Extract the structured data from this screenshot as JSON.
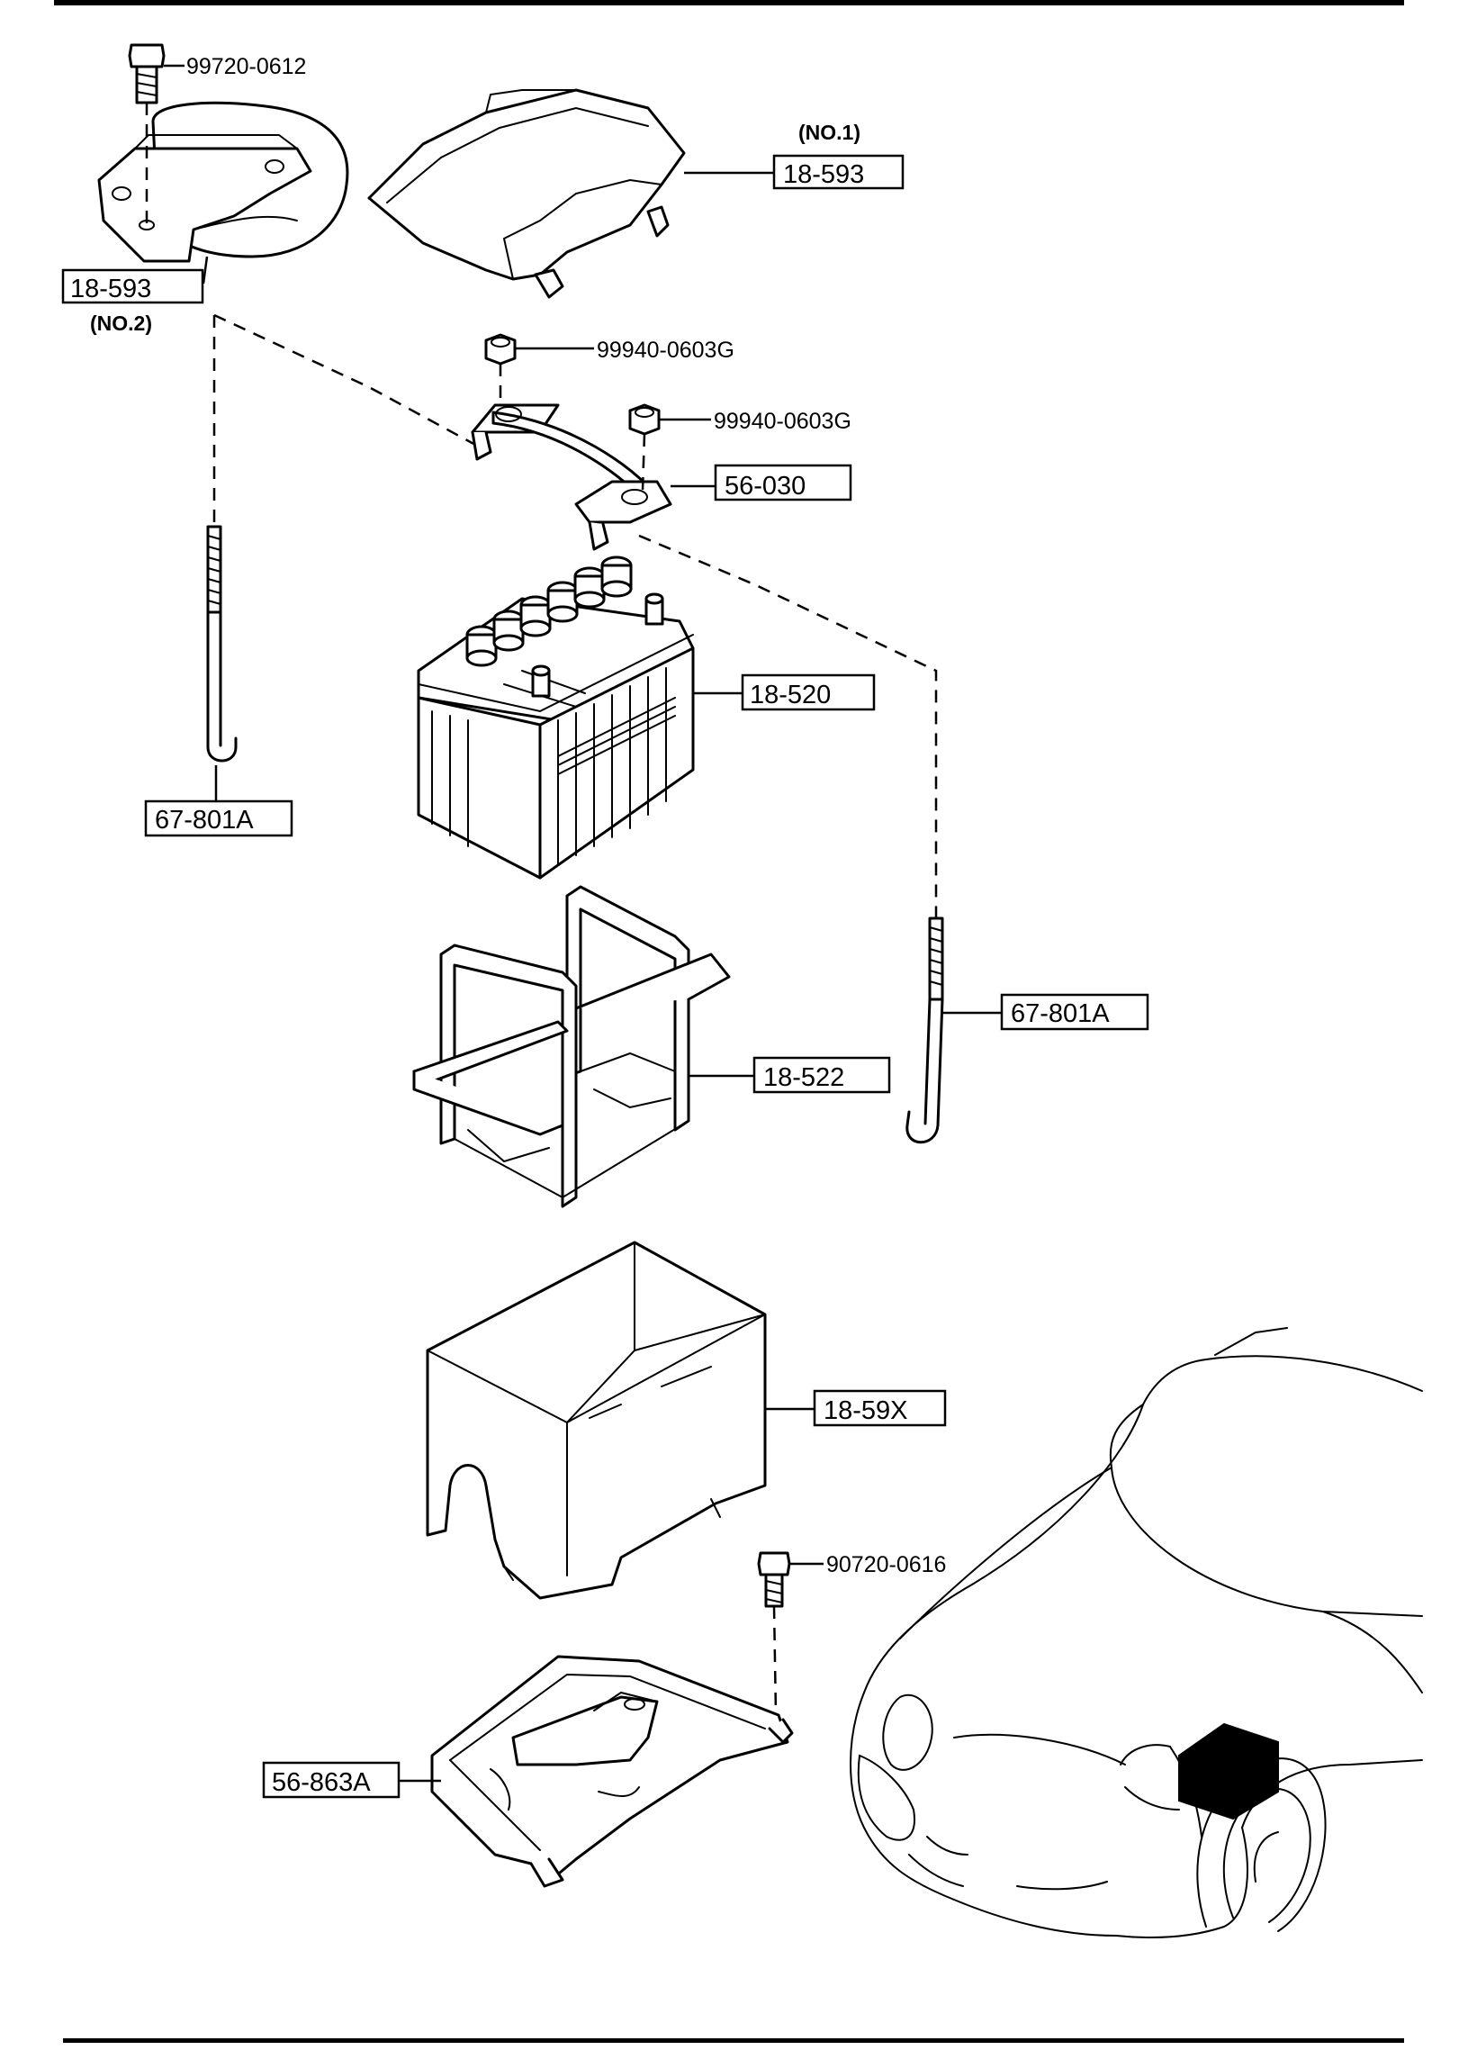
{
  "callouts": {
    "bolt_top": "99720-0612",
    "cover_no1_ref": "18-593",
    "cover_no1_note": "(NO.1)",
    "cover_no2_ref": "18-593",
    "cover_no2_note": "(NO.2)",
    "nut_1": "99940-0603G",
    "nut_2": "99940-0603G",
    "clamp": "56-030",
    "battery": "18-520",
    "rod_left": "67-801A",
    "rod_right": "67-801A",
    "frame": "18-522",
    "tray_box": "18-59X",
    "bolt_bottom": "90720-0616",
    "base_tray": "56-863A"
  }
}
